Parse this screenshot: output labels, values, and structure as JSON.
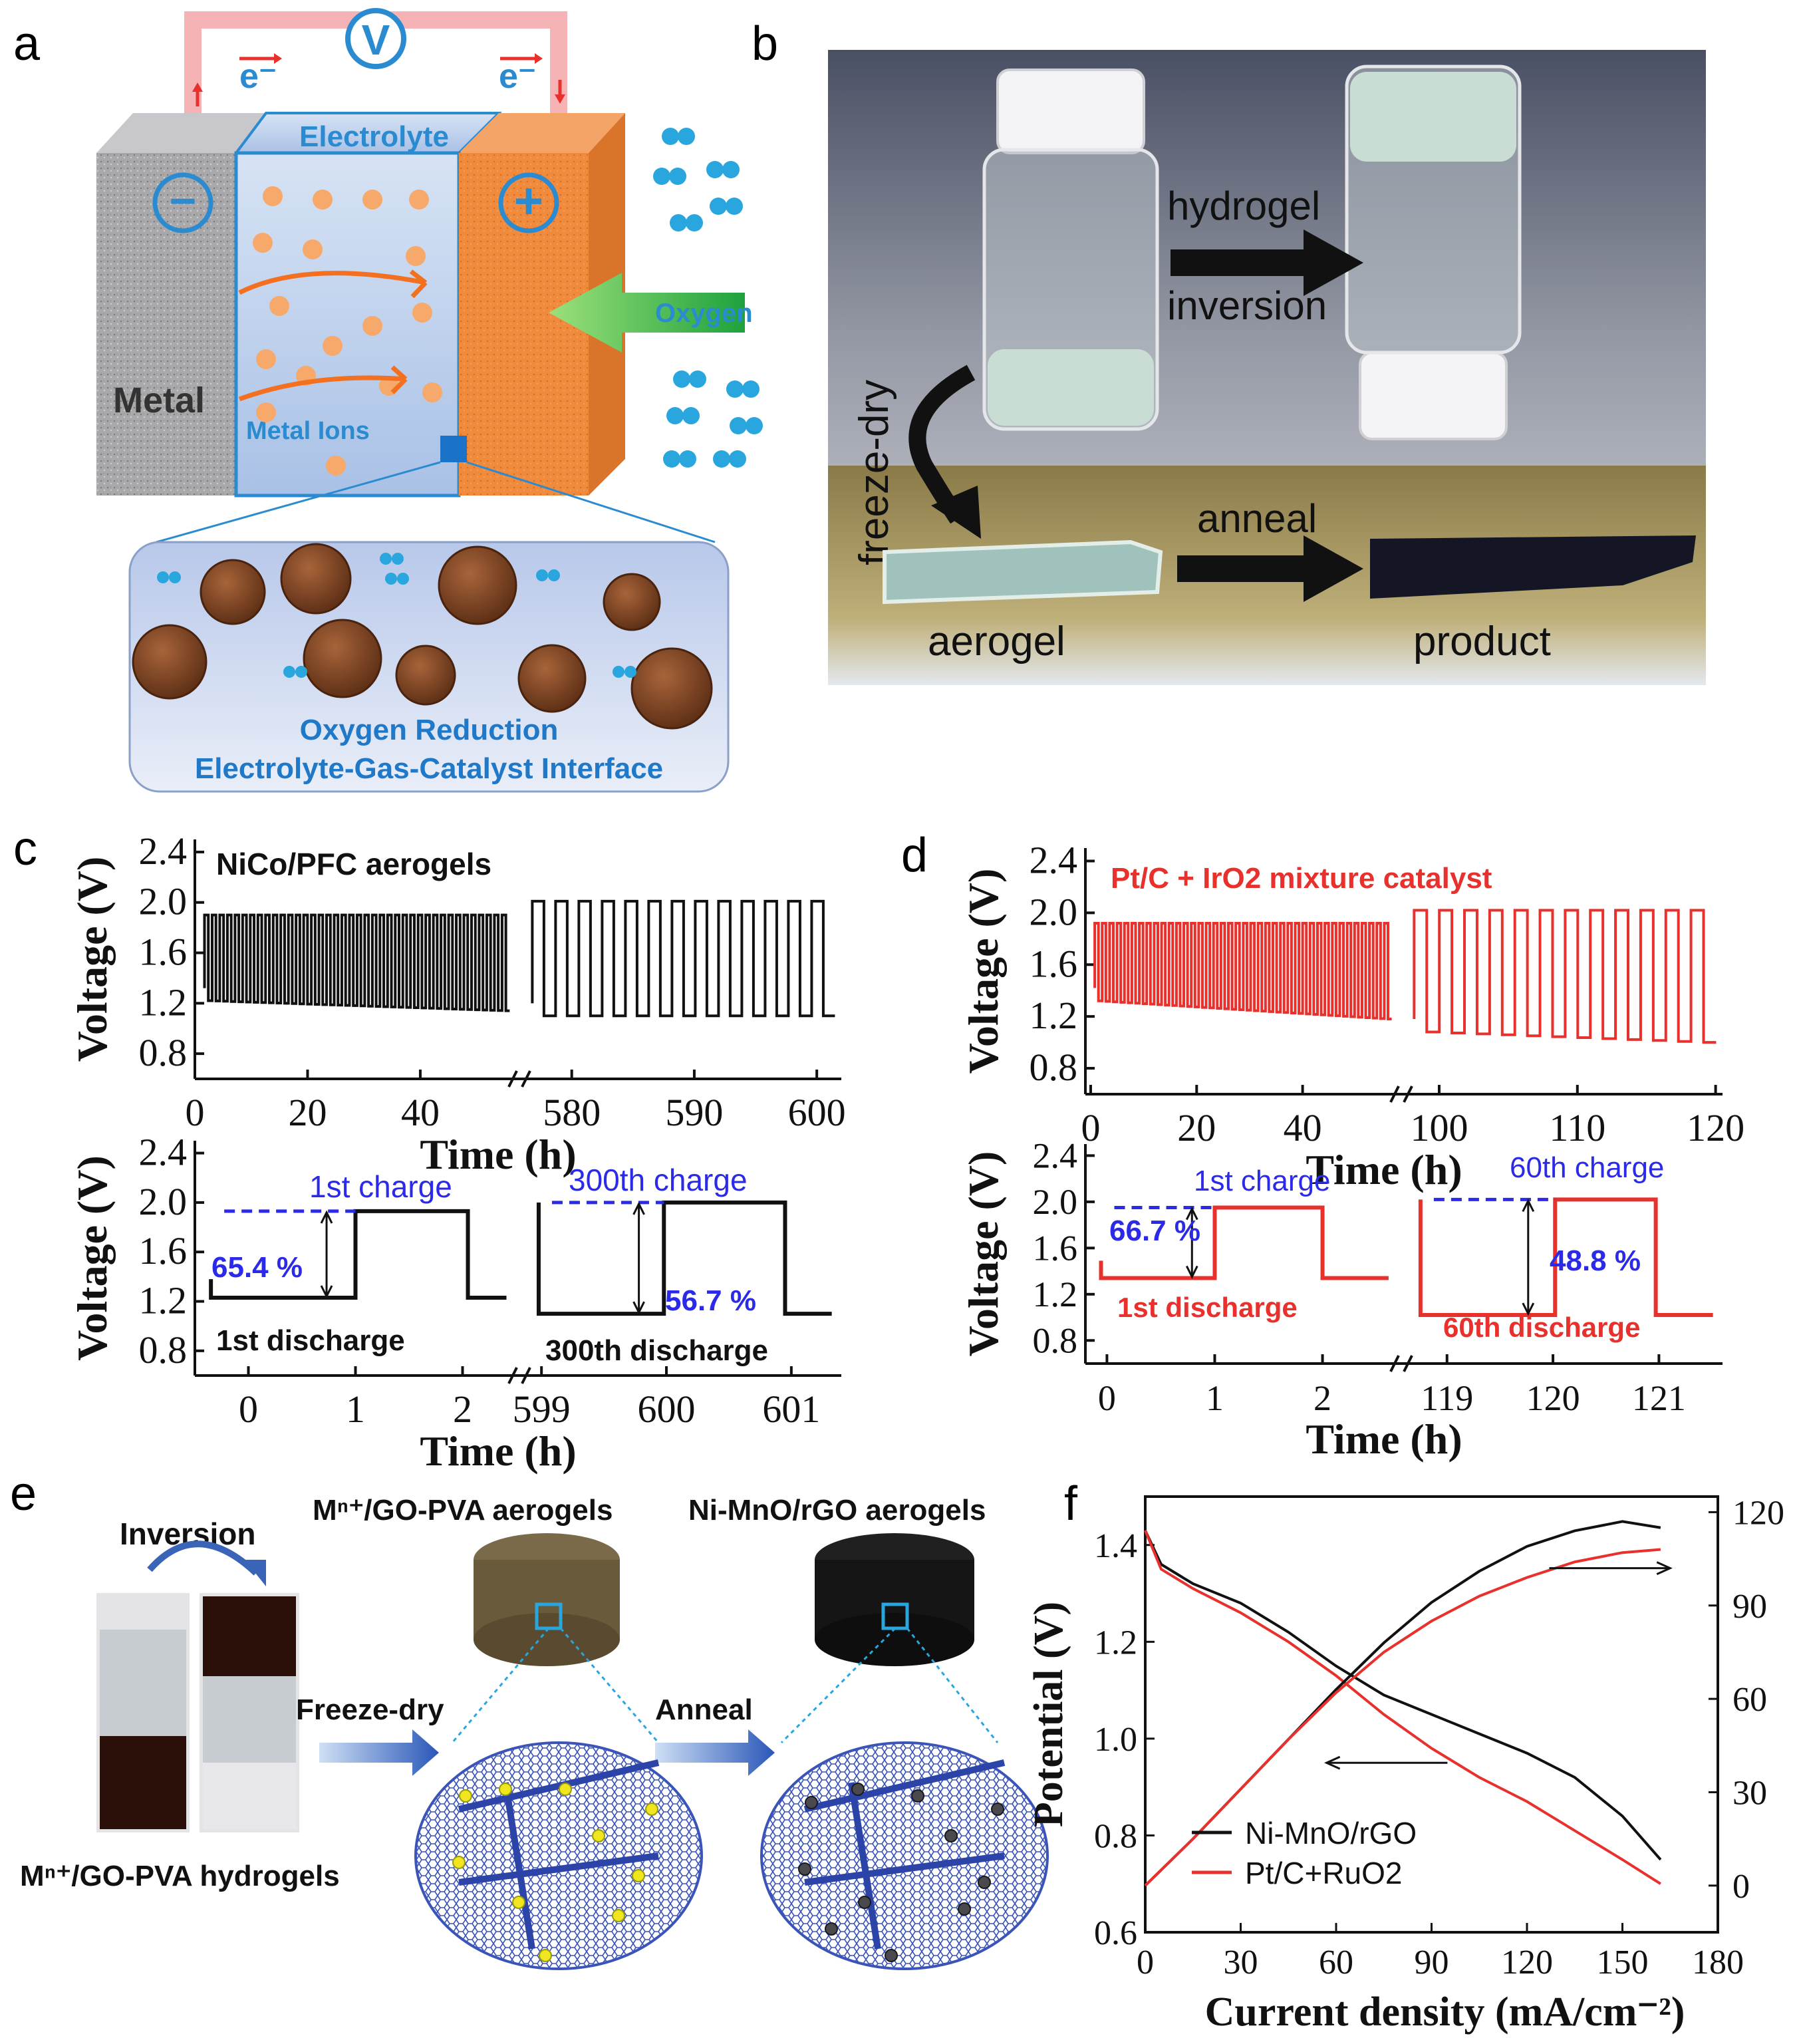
{
  "panel_a": {
    "letter": "a",
    "voltmeter": "V",
    "electron_left": "e⁻",
    "electron_right": "e⁻",
    "electrolyte": "Electrolyte",
    "minus": "−",
    "plus": "+",
    "oxygen": "Oxygen",
    "metal": "Metal",
    "metal_ions": "Metal Ions",
    "inset_line1": "Oxygen Reduction",
    "inset_line2": "Electrolyte-Gas-Catalyst Interface"
  },
  "panel_b": {
    "letter": "b",
    "hydrogel": "hydrogel",
    "inversion": "inversion",
    "freeze_dry": "freeze-dry",
    "anneal": "anneal",
    "aerogel": "aerogel",
    "product": "product"
  },
  "panel_c": {
    "letter": "c",
    "top_label": "NiCo/PFC aerogels",
    "bottom_labels": {
      "charge1": "1st charge",
      "charge300": "300th charge",
      "pct1": "65.4 %",
      "pct300": "56.7 %",
      "discharge1": "1st discharge",
      "discharge300": "300th discharge"
    }
  },
  "panel_d": {
    "letter": "d",
    "top_label": "Pt/C + IrO2 mixture catalyst",
    "bottom_labels": {
      "charge1": "1st charge",
      "charge60": "60th charge",
      "pct1": "66.7 %",
      "pct60": "48.8 %",
      "discharge1": "1st discharge",
      "discharge60": "60th discharge"
    }
  },
  "panel_e": {
    "letter": "e",
    "inversion": "Inversion",
    "aerogel_left": "Mⁿ⁺/GO-PVA aerogels",
    "aerogel_right": "Ni-MnO/rGO aerogels",
    "freeze_dry": "Freeze-dry",
    "anneal": "Anneal",
    "hydrogels": "Mⁿ⁺/GO-PVA hydrogels"
  },
  "panel_f": {
    "letter": "f"
  },
  "chart_data": [
    {
      "id": "c-top",
      "type": "line",
      "ylabel": "Voltage (V)",
      "xlabel": "Time (h)",
      "ylim": [
        0.6,
        2.5
      ],
      "yticks": [
        "2.4",
        "2.0",
        "1.6",
        "1.2",
        "0.8"
      ],
      "broken_x": true,
      "segments": [
        {
          "xlim": [
            0,
            57
          ],
          "xticks": [
            "0",
            "20",
            "40"
          ],
          "tick_values": [
            0,
            20,
            40
          ],
          "cycles": 40,
          "high": 1.9,
          "low_start": 1.22,
          "low_end": 1.14
        },
        {
          "xlim": [
            576,
            602
          ],
          "xticks": [
            "580",
            "590",
            "600"
          ],
          "tick_values": [
            580,
            590,
            600
          ],
          "cycles": 13,
          "high": 2.01,
          "low_start": 1.1,
          "low_end": 1.1
        }
      ],
      "color": "#111111"
    },
    {
      "id": "c-bottom",
      "type": "line",
      "ylabel": "Voltage (V)",
      "xlabel": "Time (h)",
      "ylim": [
        0.6,
        2.5
      ],
      "yticks": [
        "2.4",
        "2.0",
        "1.6",
        "1.2",
        "0.8"
      ],
      "broken_x": true,
      "segments": [
        {
          "xlim": [
            -0.5,
            2.5
          ],
          "xticks": [
            "0",
            "1",
            "2"
          ],
          "tick_values": [
            0,
            1,
            2
          ],
          "discharge": 1.23,
          "charge": 1.93,
          "switch_up": 1.0,
          "switch_down": 2.05
        },
        {
          "xlim": [
            598.85,
            601.4
          ],
          "xticks": [
            "599",
            "600",
            "601"
          ],
          "tick_values": [
            599,
            600,
            601
          ],
          "discharge": 1.1,
          "charge": 2.0,
          "switch_up": 599.98,
          "switch_down": 600.95
        }
      ],
      "color": "#111111"
    },
    {
      "id": "d-top",
      "type": "line",
      "ylabel": "Voltage (V)",
      "xlabel": "Time (h)",
      "ylim": [
        0.6,
        2.5
      ],
      "yticks": [
        "2.4",
        "2.0",
        "1.6",
        "1.2",
        "0.8"
      ],
      "broken_x": true,
      "segments": [
        {
          "xlim": [
            -1,
            58
          ],
          "xticks": [
            "0",
            "20",
            "40"
          ],
          "tick_values": [
            0,
            20,
            40
          ],
          "cycles": 40,
          "high": 1.92,
          "low_start": 1.32,
          "low_end": 1.18
        },
        {
          "xlim": [
            97.5,
            120.5
          ],
          "xticks": [
            "100",
            "110",
            "120"
          ],
          "tick_values": [
            100,
            110,
            120
          ],
          "cycles": 12,
          "high": 2.02,
          "low_start": 1.08,
          "low_end": 1.0
        }
      ],
      "color": "#e8302c"
    },
    {
      "id": "d-bottom",
      "type": "line",
      "ylabel": "Voltage (V)",
      "xlabel": "Time (h)",
      "ylim": [
        0.6,
        2.5
      ],
      "yticks": [
        "2.4",
        "2.0",
        "1.6",
        "1.2",
        "0.8"
      ],
      "broken_x": true,
      "segments": [
        {
          "xlim": [
            -0.2,
            2.7
          ],
          "xticks": [
            "0",
            "1",
            "2"
          ],
          "tick_values": [
            0,
            1,
            2
          ],
          "discharge": 1.34,
          "charge": 1.95,
          "switch_up": 1.0,
          "switch_down": 2.0
        },
        {
          "xlim": [
            118.6,
            121.6
          ],
          "xticks": [
            "119",
            "120",
            "121"
          ],
          "tick_values": [
            119,
            120,
            121
          ],
          "discharge": 1.02,
          "charge": 2.02,
          "switch_up": 120.02,
          "switch_down": 120.97
        }
      ],
      "color": "#e8302c"
    },
    {
      "id": "f",
      "type": "line",
      "xlabel": "Current density (mA/cm⁻²)",
      "ylabel": "Potential (V)",
      "xlim": [
        0,
        180
      ],
      "ylim": [
        0.6,
        1.5
      ],
      "y2lim": [
        -15,
        125
      ],
      "xticks": [
        "0",
        "30",
        "60",
        "90",
        "120",
        "150",
        "180"
      ],
      "yticks": [
        "1.4",
        "1.2",
        "1.0",
        "0.8",
        "0.6"
      ],
      "y2ticks": [
        "120",
        "90",
        "60",
        "30",
        "0"
      ],
      "legend": [
        "Ni-MnO/rGO",
        "Pt/C+RuO2"
      ],
      "legend_position": "bottom-left",
      "series": [
        {
          "name": "Ni-MnO/rGO",
          "color": "#111111",
          "axis": "left",
          "x": [
            0,
            5,
            15,
            30,
            45,
            60,
            75,
            90,
            105,
            120,
            135,
            150,
            162
          ],
          "y": [
            1.43,
            1.36,
            1.32,
            1.28,
            1.22,
            1.15,
            1.09,
            1.05,
            1.01,
            0.97,
            0.92,
            0.84,
            0.75
          ]
        },
        {
          "name": "Pt/C+RuO2",
          "color": "#e8302c",
          "axis": "left",
          "x": [
            0,
            5,
            15,
            30,
            45,
            60,
            75,
            90,
            105,
            120,
            135,
            150,
            162
          ],
          "y": [
            1.43,
            1.35,
            1.31,
            1.26,
            1.2,
            1.13,
            1.05,
            0.98,
            0.92,
            0.87,
            0.81,
            0.75,
            0.7
          ]
        },
        {
          "name": "Ni-MnO/rGO",
          "color": "#111111",
          "axis": "right",
          "x": [
            0,
            15,
            30,
            45,
            60,
            75,
            90,
            105,
            120,
            135,
            150,
            162
          ],
          "y": [
            0,
            15,
            31,
            47,
            63,
            78,
            91,
            101,
            109,
            114,
            117,
            115
          ]
        },
        {
          "name": "Pt/C+RuO2",
          "color": "#e8302c",
          "axis": "right",
          "x": [
            0,
            15,
            30,
            45,
            60,
            75,
            90,
            105,
            120,
            135,
            150,
            162
          ],
          "y": [
            0,
            15,
            31,
            47,
            62,
            75,
            85,
            93,
            99,
            104,
            107,
            108
          ]
        }
      ]
    }
  ]
}
